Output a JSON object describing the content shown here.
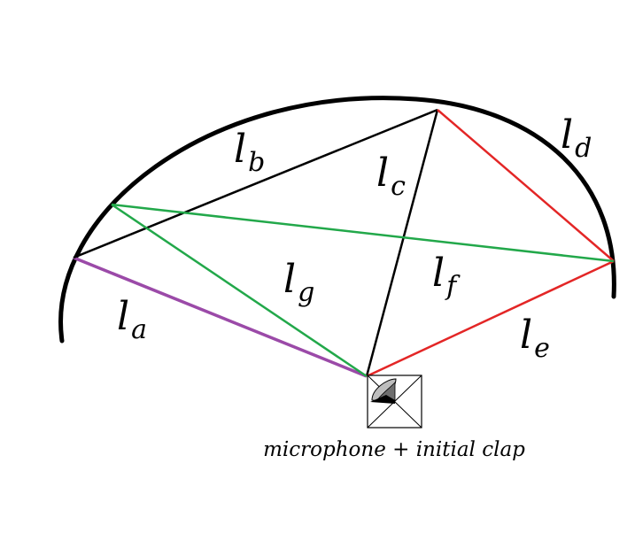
{
  "colors": {
    "arc": "#000000",
    "black_segments": "#000000",
    "green_segments": "#22a84a",
    "red_segments": "#e32626",
    "purple_segment": "#9b4aa8"
  },
  "segments": [
    {
      "id": "a",
      "letter": "l",
      "sub": "a",
      "color": "#9b4aa8"
    },
    {
      "id": "b",
      "letter": "l",
      "sub": "b",
      "color": "#000000"
    },
    {
      "id": "c",
      "letter": "l",
      "sub": "c",
      "color": "#000000"
    },
    {
      "id": "d",
      "letter": "l",
      "sub": "d",
      "color": "#e32626"
    },
    {
      "id": "e",
      "letter": "l",
      "sub": "e",
      "color": "#e32626"
    },
    {
      "id": "f",
      "letter": "l",
      "sub": "f",
      "color": "#22a84a"
    },
    {
      "id": "g",
      "letter": "l",
      "sub": "g",
      "color": "#22a84a"
    }
  ],
  "microphone": {
    "icon": "microphone-icon",
    "caption": "microphone + initial clap"
  }
}
